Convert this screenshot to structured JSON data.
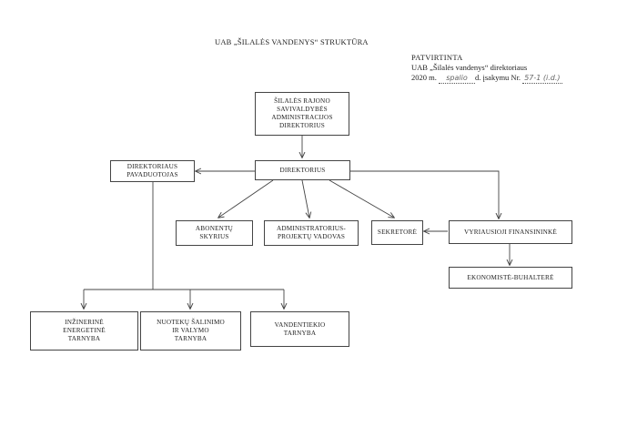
{
  "header": {
    "title": "UAB „ŠILALĖS VANDENYS“ STRUKTŪRA"
  },
  "approval": {
    "line1": "PATVIRTINTA",
    "line2": "UAB „Šilalės vandenys“ direktoriaus",
    "line3_prefix": "2020 m.",
    "month_handwritten": "spalio",
    "day_label": "d. įsakymu Nr.",
    "order_no_handwritten": "57-1 (i.d.)"
  },
  "org_chart": {
    "boxes": {
      "municipality": "ŠILALĖS RAJONO\nSAVIVALDYBĖS\nADMINISTRACIJOS\nDIREKTORIUS",
      "director": "DIREKTORIUS",
      "deputy": "DIREKTORIAUS\nPAVADUOTOJAS",
      "subscribers": "ABONENTŲ\nSKYRIUS",
      "admin_projects": "ADMINISTRATORIUS-\nPROJEKTŲ VADOVAS",
      "secretary": "SEKRETORĖ",
      "chief_financier": "VYRIAUSIOJI FINANSININKĖ",
      "economist": "EKONOMISTĖ-BUHALTERĖ",
      "engineering": "INŽINERINĖ\nENERGETINĖ\nTARNYBA",
      "wastewater": "NUOTEKŲ ŠALINIMO\nIR VALYMO\nTARNYBA",
      "water_supply": "VANDENTIEKIO\nTARNYBA"
    }
  }
}
